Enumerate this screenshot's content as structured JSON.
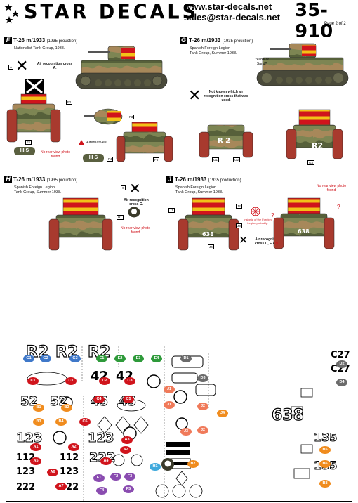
{
  "header": {
    "brand": "STAR DECALS",
    "website": "www.star-decals.net",
    "email": "sales@star-decals.net",
    "sheet_code": "35-910",
    "page_label": "Page 2 of 2"
  },
  "panels": {
    "F": {
      "letter": "F",
      "title": "T-26 m/1933",
      "subtitle": "(1935 prouction)",
      "unit": "Nationalist Tank Group, 1938.",
      "cross_note": "Air recognition cross A.",
      "cross_tag": "A",
      "alternatives_label": "Alternatives:",
      "no_rear_note": "No rear view photo found",
      "tags": [
        "F1",
        "F2",
        "F3",
        "F4",
        "F5"
      ],
      "plate_text": "III S",
      "plate_text_2": "III S"
    },
    "G": {
      "letter": "G",
      "title": "T-26 m/1933",
      "subtitle": "(1935 prouction)",
      "unit_line1": "Spanish Foreign Legion",
      "unit_line2": "Tank Group, Summer 1938.",
      "yellow_note": "Yellow or Sand?",
      "cross_note": "Not known which air recognition cross that was used.",
      "tags": [
        "G1",
        "G2",
        "G3"
      ],
      "hull_number": "R 2",
      "hull_number_2": "R2"
    },
    "H": {
      "letter": "H",
      "title": "T-26 m/1933",
      "subtitle": "(1935 prouction)",
      "unit_line1": "Spanish Foreign Legion",
      "unit_line2": "Tank Group, Summer 1938.",
      "cross_tag": "C",
      "cross_note": "Air recognition cross C.",
      "no_rear_note": "No rear view photo found",
      "tags": [
        "H1"
      ]
    },
    "J": {
      "letter": "J",
      "title": "T-26 m/1933",
      "subtitle": "(1935 production)",
      "unit_line1": "Spanish Foreign Legion",
      "unit_line2": "Tank Group, Summer 1938.",
      "insignia_note": "Insignia of the Foreign Legion probably.",
      "cross_note": "Air recognition cross D, E or F.",
      "no_rear_note": "No rear view photo found",
      "tags": [
        "J1",
        "J2",
        "J3",
        "J4"
      ],
      "hull_number": "638",
      "question": "?"
    }
  },
  "sheet": {
    "labels": {
      "g1": "G1",
      "g2": "G2",
      "g3": "G3",
      "e1": "E1",
      "e2": "E2",
      "e3": "E3",
      "e4": "E4",
      "d1": "D1",
      "d2": "D2",
      "d3": "D3",
      "d4": "D4",
      "c1a": "C1",
      "c1b": "C1",
      "c2": "C2",
      "c3": "C3",
      "c4": "C4",
      "c5": "C5",
      "c6": "C6",
      "j1a": "J1",
      "j1b": "J1",
      "j2a": "J2",
      "j2b": "J2",
      "j3": "J3",
      "j4": "J4",
      "b1": "B1",
      "b2": "B2",
      "b3": "B3",
      "b4": "B4",
      "b5": "B5",
      "b6": "B6",
      "b7": "B7",
      "b8": "B8",
      "a1": "A1",
      "a2a": "A2",
      "a2b": "A2",
      "a3": "A3",
      "a4": "A4",
      "a5": "A5",
      "a6": "A6",
      "a7": "A7",
      "h1": "H1",
      "f1": "F1",
      "f2": "F2",
      "f3": "F3",
      "f4": "F4",
      "f5": "F5"
    },
    "numbers": {
      "r2a": "R2",
      "r2b": "R2",
      "n638": "638",
      "n112": "112",
      "n123": "123",
      "n222": "222",
      "n135": "135",
      "c27a": "C27",
      "c27b": "C27",
      "n42": "42",
      "n52": "52",
      "n45": "45"
    },
    "colors": {
      "blue": "#3f78c9",
      "green": "#2e9a3a",
      "grey": "#6b6b6b",
      "red": "#d0141c",
      "orange": "#f08c1e",
      "salmon": "#f07a5a",
      "purple": "#8a4cb0",
      "lightblue": "#3fa9dc",
      "spain_red": "#d0141c",
      "spain_yellow": "#f2c218",
      "tank_green": "#6f7a4a"
    }
  }
}
